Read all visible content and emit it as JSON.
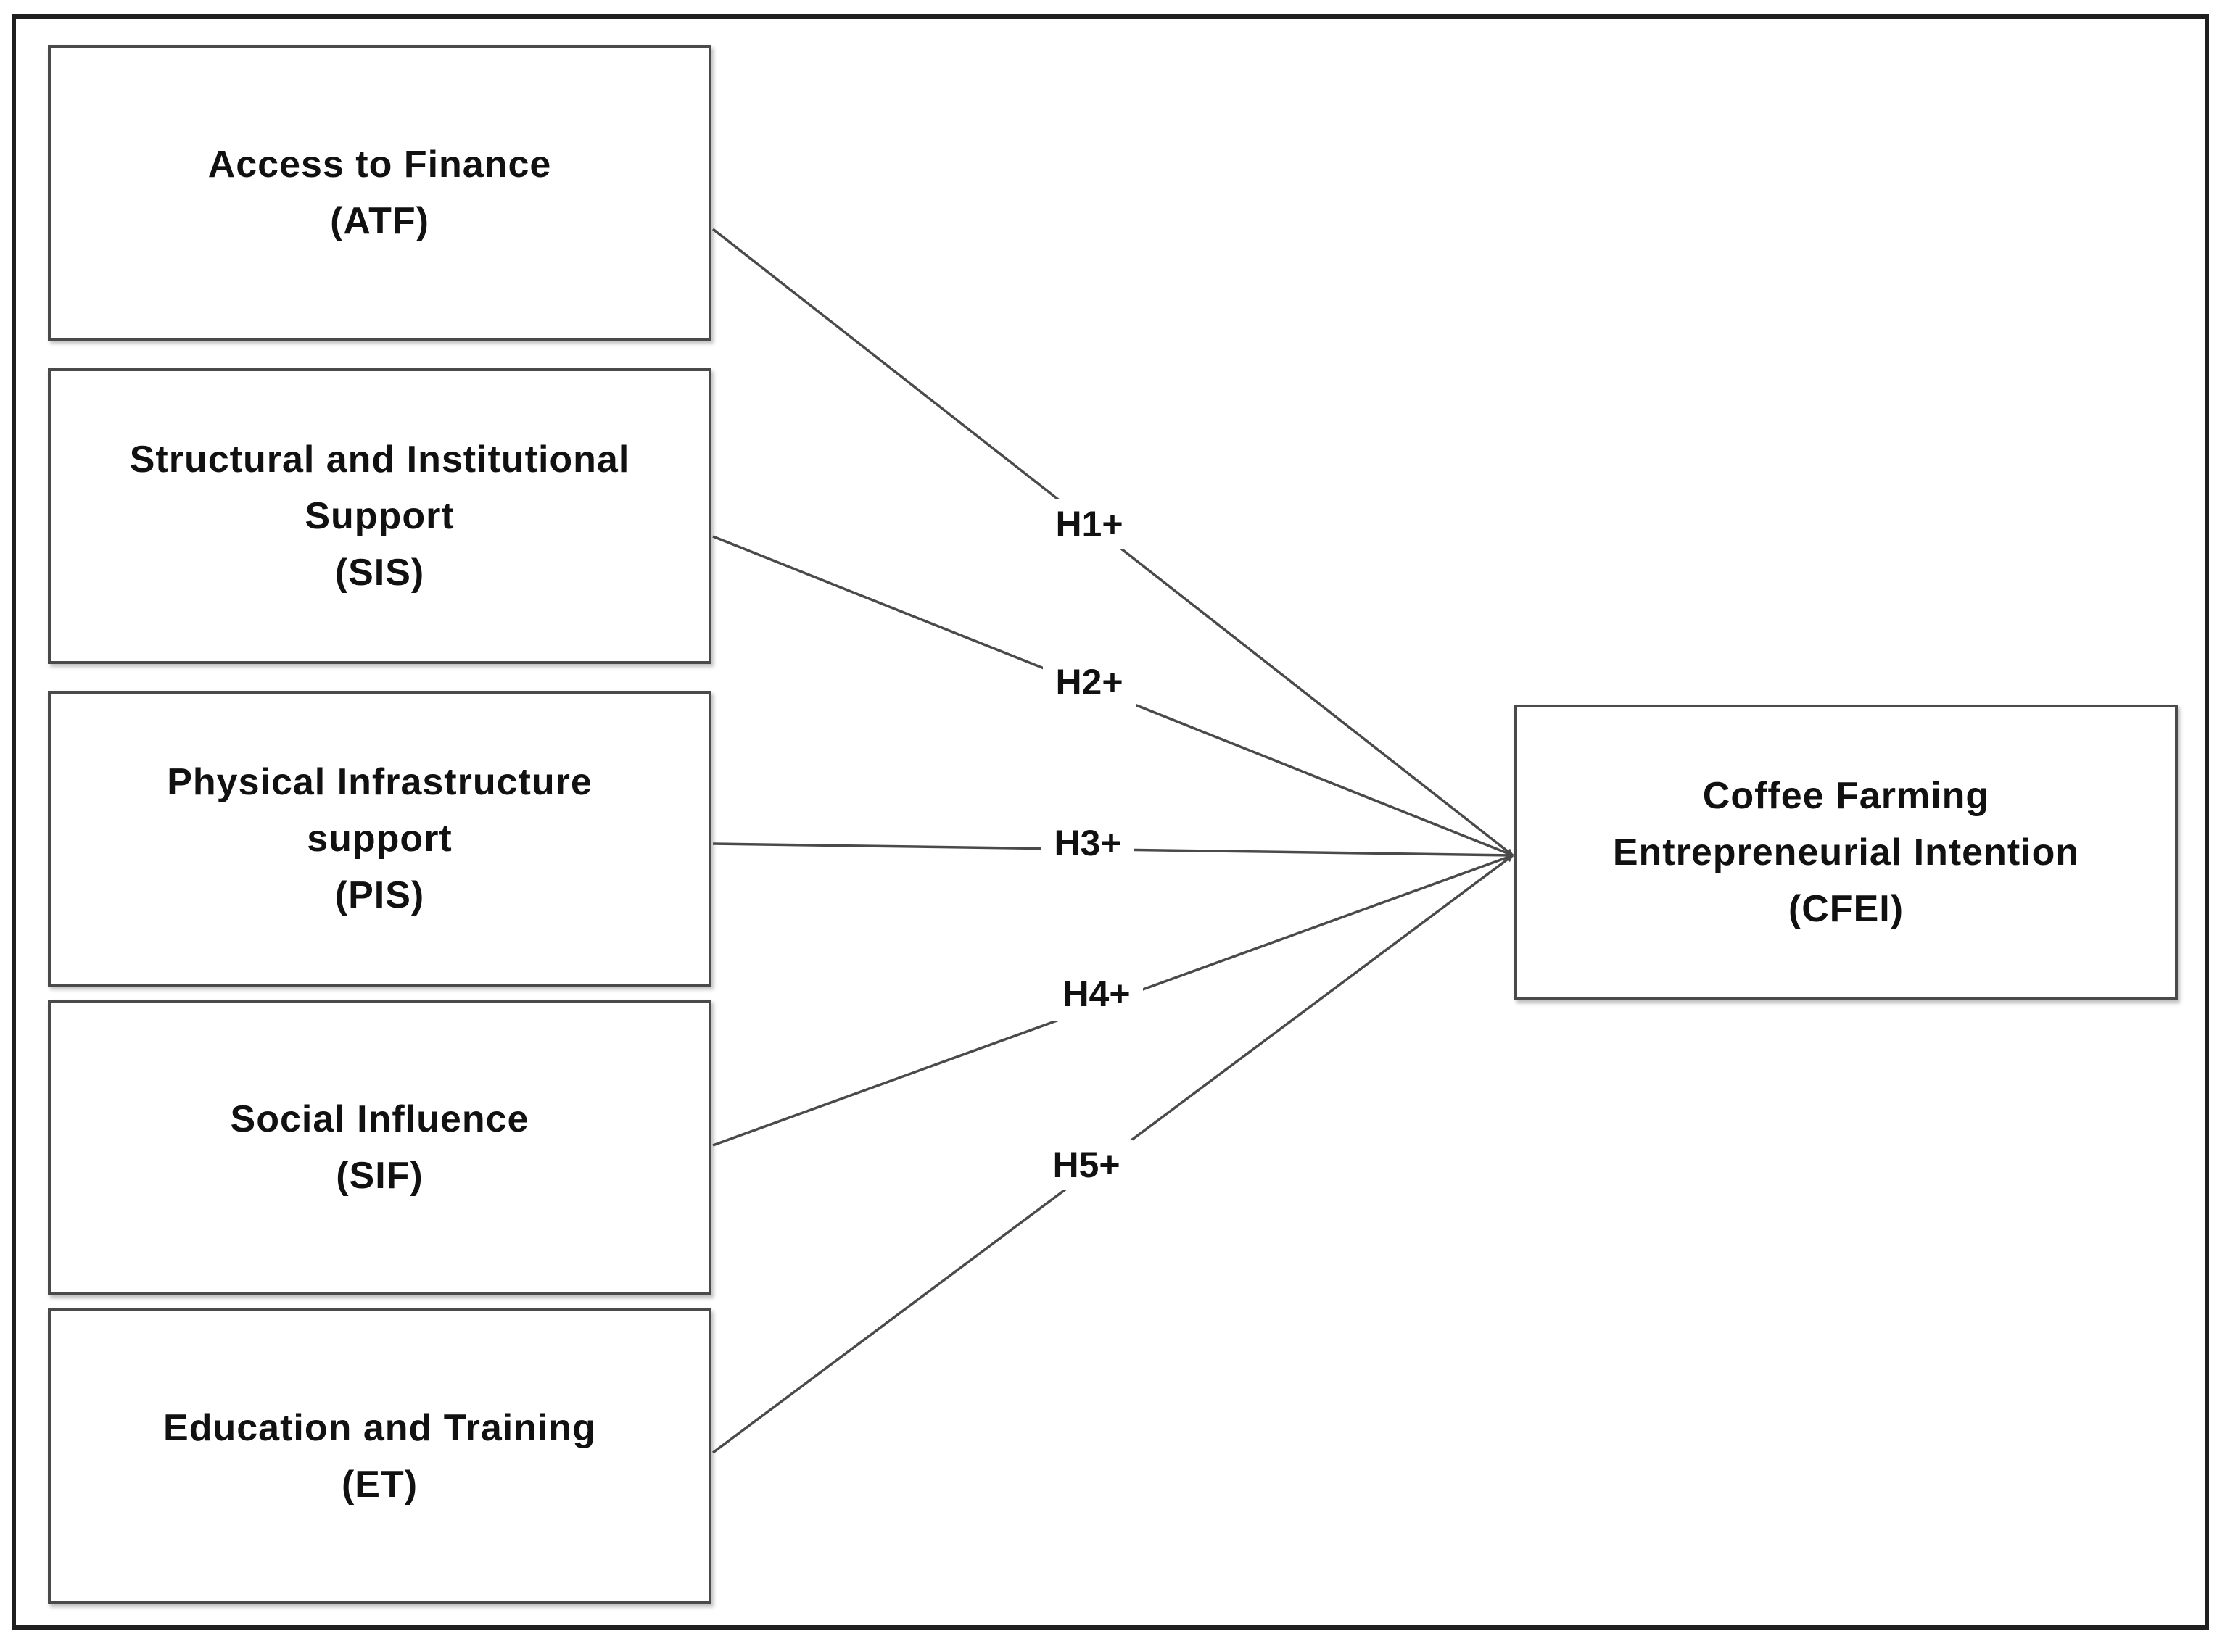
{
  "diagram": {
    "nodes": [
      {
        "id": "atf",
        "lines": [
          "Access to Finance",
          "(ATF)"
        ]
      },
      {
        "id": "sis",
        "lines": [
          "Structural and Institutional",
          "Support",
          "(SIS)"
        ]
      },
      {
        "id": "pis",
        "lines": [
          "Physical Infrastructure",
          "support",
          "(PIS)"
        ]
      },
      {
        "id": "sif",
        "lines": [
          "Social Influence",
          "(SIF)"
        ]
      },
      {
        "id": "et",
        "lines": [
          "Education and Training",
          "(ET)"
        ]
      },
      {
        "id": "cfei",
        "lines": [
          "Coffee Farming",
          "Entrepreneurial Intention",
          "(CFEI)"
        ]
      }
    ],
    "edges": [
      {
        "from": "atf",
        "to": "cfei",
        "label": "H1+"
      },
      {
        "from": "sis",
        "to": "cfei",
        "label": "H2+"
      },
      {
        "from": "pis",
        "to": "cfei",
        "label": "H3+"
      },
      {
        "from": "sif",
        "to": "cfei",
        "label": "H4+"
      },
      {
        "from": "et",
        "to": "cfei",
        "label": "H5+"
      }
    ]
  }
}
